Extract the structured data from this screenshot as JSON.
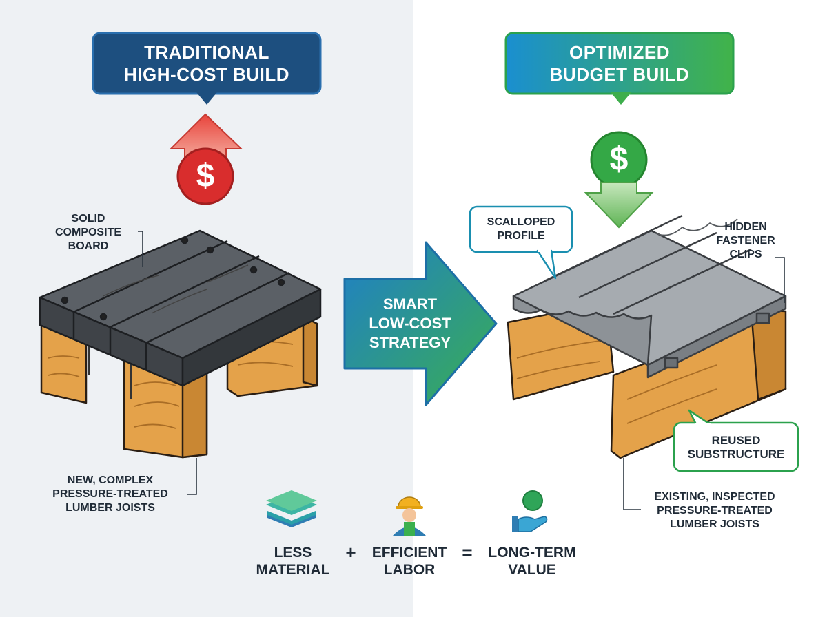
{
  "left_panel": {
    "title_line1": "TRADITIONAL",
    "title_line2": "HIGH-COST BUILD",
    "label_board": [
      "SOLID",
      "COMPOSITE",
      "BOARD"
    ],
    "label_joists": [
      "NEW, COMPLEX",
      "PRESSURE-TREATED",
      "LUMBER JOISTS"
    ]
  },
  "right_panel": {
    "title_line1": "OPTIMIZED",
    "title_line2": "BUDGET BUILD",
    "label_profile": [
      "SCALLOPED",
      "PROFILE"
    ],
    "label_clips": [
      "HIDDEN",
      "FASTENER",
      "CLIPS"
    ],
    "label_substructure": [
      "REUSED",
      "SUBSTRUCTURE"
    ],
    "label_joists": [
      "EXISTING, INSPECTED",
      "PRESSURE-TREATED",
      "LUMBER JOISTS"
    ]
  },
  "strategy_arrow": [
    "SMART",
    "LOW-COST",
    "STRATEGY"
  ],
  "equation": {
    "term1": [
      "LESS",
      "MATERIAL"
    ],
    "op1": "+",
    "term2": [
      "EFFICIENT",
      "LABOR"
    ],
    "op2": "=",
    "term3": [
      "LONG-TERM",
      "VALUE"
    ]
  },
  "icons": {
    "dollar_symbol": "$",
    "up_arrow": "arrow-up-icon",
    "down_arrow": "arrow-down-icon",
    "layers": "layers-icon",
    "worker": "worker-icon",
    "money_hand": "money-hand-icon"
  },
  "colors": {
    "navy": "#1d4f7f",
    "teal": "#1a9bc4",
    "green": "#3cb04a",
    "red": "#d92d2d",
    "wood": "#e4a24a",
    "composite": "#4b4f55",
    "gray_board": "#9ea3a8"
  }
}
